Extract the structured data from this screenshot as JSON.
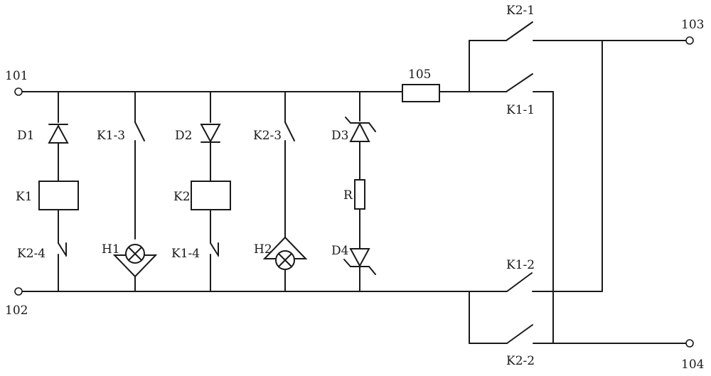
{
  "diagram": {
    "terminals": {
      "t101": "101",
      "t102": "102",
      "t103": "103",
      "t104": "104"
    },
    "components": {
      "d1": "D1",
      "d2": "D2",
      "d3": "D3",
      "d4": "D4",
      "k1": "K1",
      "k2": "K2",
      "r": "R",
      "h1": "H1",
      "h2": "H2",
      "fuse105": "105"
    },
    "contacts": {
      "k1_1": "K1-1",
      "k1_2": "K1-2",
      "k1_3": "K1-3",
      "k1_4": "K1-4",
      "k2_1": "K2-1",
      "k2_2": "K2-2",
      "k2_3": "K2-3",
      "k2_4": "K2-4"
    }
  }
}
